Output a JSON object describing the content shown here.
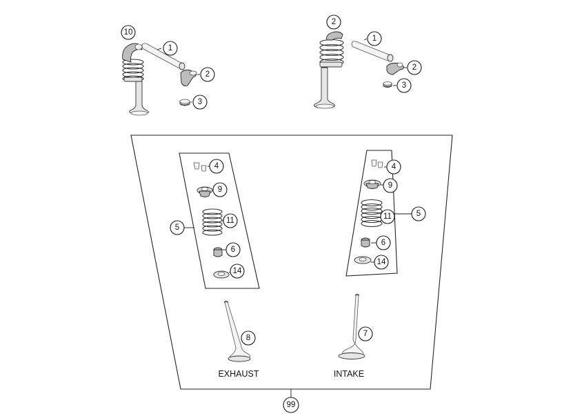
{
  "callouts": {
    "tl_valve_assy": "10",
    "tl_shaft": "1",
    "tl_rocker": "2",
    "tl_pad": "3",
    "tr_valve_assy": "2",
    "tr_shaft": "1",
    "tr_rocker": "2",
    "tr_pad": "3",
    "ex_keepers": "4",
    "ex_retainer": "9",
    "ex_spring": "11",
    "ex_seal": "6",
    "ex_seat": "14",
    "ex_kit": "5",
    "in_keepers": "4",
    "in_retainer": "9",
    "in_spring": "11",
    "in_seal": "6",
    "in_seat": "14",
    "in_kit": "5",
    "exhaust_valve": "8",
    "intake_valve": "7",
    "complete_set": "99"
  },
  "labels": {
    "exhaust": "EXHAUST",
    "intake": "INTAKE"
  }
}
